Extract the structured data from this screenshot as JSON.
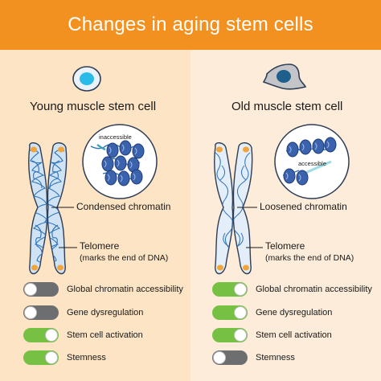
{
  "header": {
    "title": "Changes in aging stem cells"
  },
  "young": {
    "title": "Young muscle stem cell",
    "inset_label": "inaccessible",
    "chromatin_label": "Condensed chromatin",
    "telomere_label": "Telomere",
    "telomere_sub": "(marks the end of DNA)",
    "toggles": [
      {
        "label": "Global chromatin accessibility",
        "state": "off"
      },
      {
        "label": "Gene dysregulation",
        "state": "off"
      },
      {
        "label": "Stem cell activation",
        "state": "on"
      },
      {
        "label": "Stemness",
        "state": "on"
      }
    ]
  },
  "old": {
    "title": "Old muscle stem cell",
    "inset_label": "accessible",
    "chromatin_label": "Loosened chromatin",
    "telomere_label": "Telomere",
    "telomere_sub": "(marks the end of DNA)",
    "toggles": [
      {
        "label": "Global chromatin accessibility",
        "state": "on"
      },
      {
        "label": "Gene dysregulation",
        "state": "on"
      },
      {
        "label": "Stem cell activation",
        "state": "on"
      },
      {
        "label": "Stemness",
        "state": "off"
      }
    ]
  },
  "colors": {
    "header": "#f39120",
    "toggle_on": "#76c043",
    "toggle_off": "#6d6e70",
    "chromosome": "#cfe3f5",
    "dna": "#2f73b8",
    "telomere": "#f2a33a",
    "nucleosome": "#3b63ad"
  }
}
